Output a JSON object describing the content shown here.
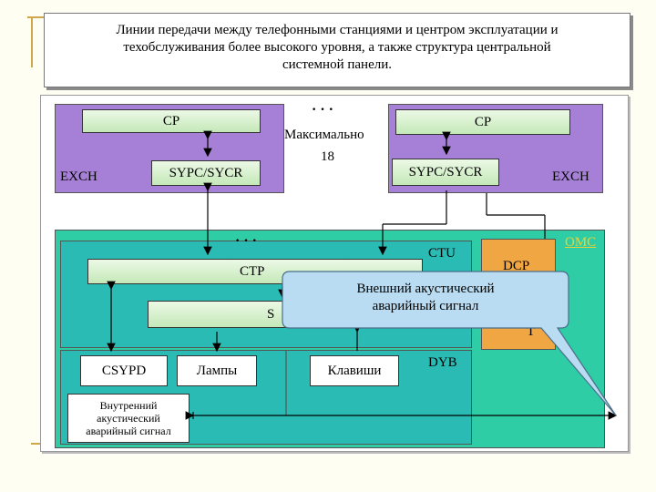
{
  "title": {
    "lines": [
      "Линии передачи между телефонными станциями и центром эксплуатации и",
      "техобслуживания более высокого уровня, а также структура центральной",
      "системной панели."
    ]
  },
  "left_station": {
    "cp": "CP",
    "sypc": "SYPC/SYCR",
    "exch": "EXCH"
  },
  "right_station": {
    "cp": "CP",
    "sypc": "SYPC/SYCR",
    "exch": "EXCH"
  },
  "middle": {
    "dots": "· · ·",
    "max_label_1": "Максимально",
    "max_label_2": "18"
  },
  "omc_label": "OMC",
  "dcp_label": "DCP",
  "t_label": "T",
  "ctu_label": "CTU",
  "ctp_label": "CTP",
  "ctp_dots": "· · ·",
  "s_label": "S",
  "dyb_label": "DYB",
  "csypd_label": "CSYPD",
  "lamps_label": "Лампы",
  "keys_label": "Клавиши",
  "internal_alarm": {
    "line1": "Внутренний",
    "line2": "акустический",
    "line3": "аварийный сигнал"
  },
  "external_alarm": {
    "line1": "Внешний акустический",
    "line2": "аварийный сигнал"
  },
  "colors": {
    "exch_fill": "#a680d6",
    "outer_teal": "#2fcda5",
    "inner_teal": "#2bbbb5",
    "orange": "#f0a642",
    "callout_fill": "#b9dcf2",
    "omc_text": "#e8d23a"
  }
}
